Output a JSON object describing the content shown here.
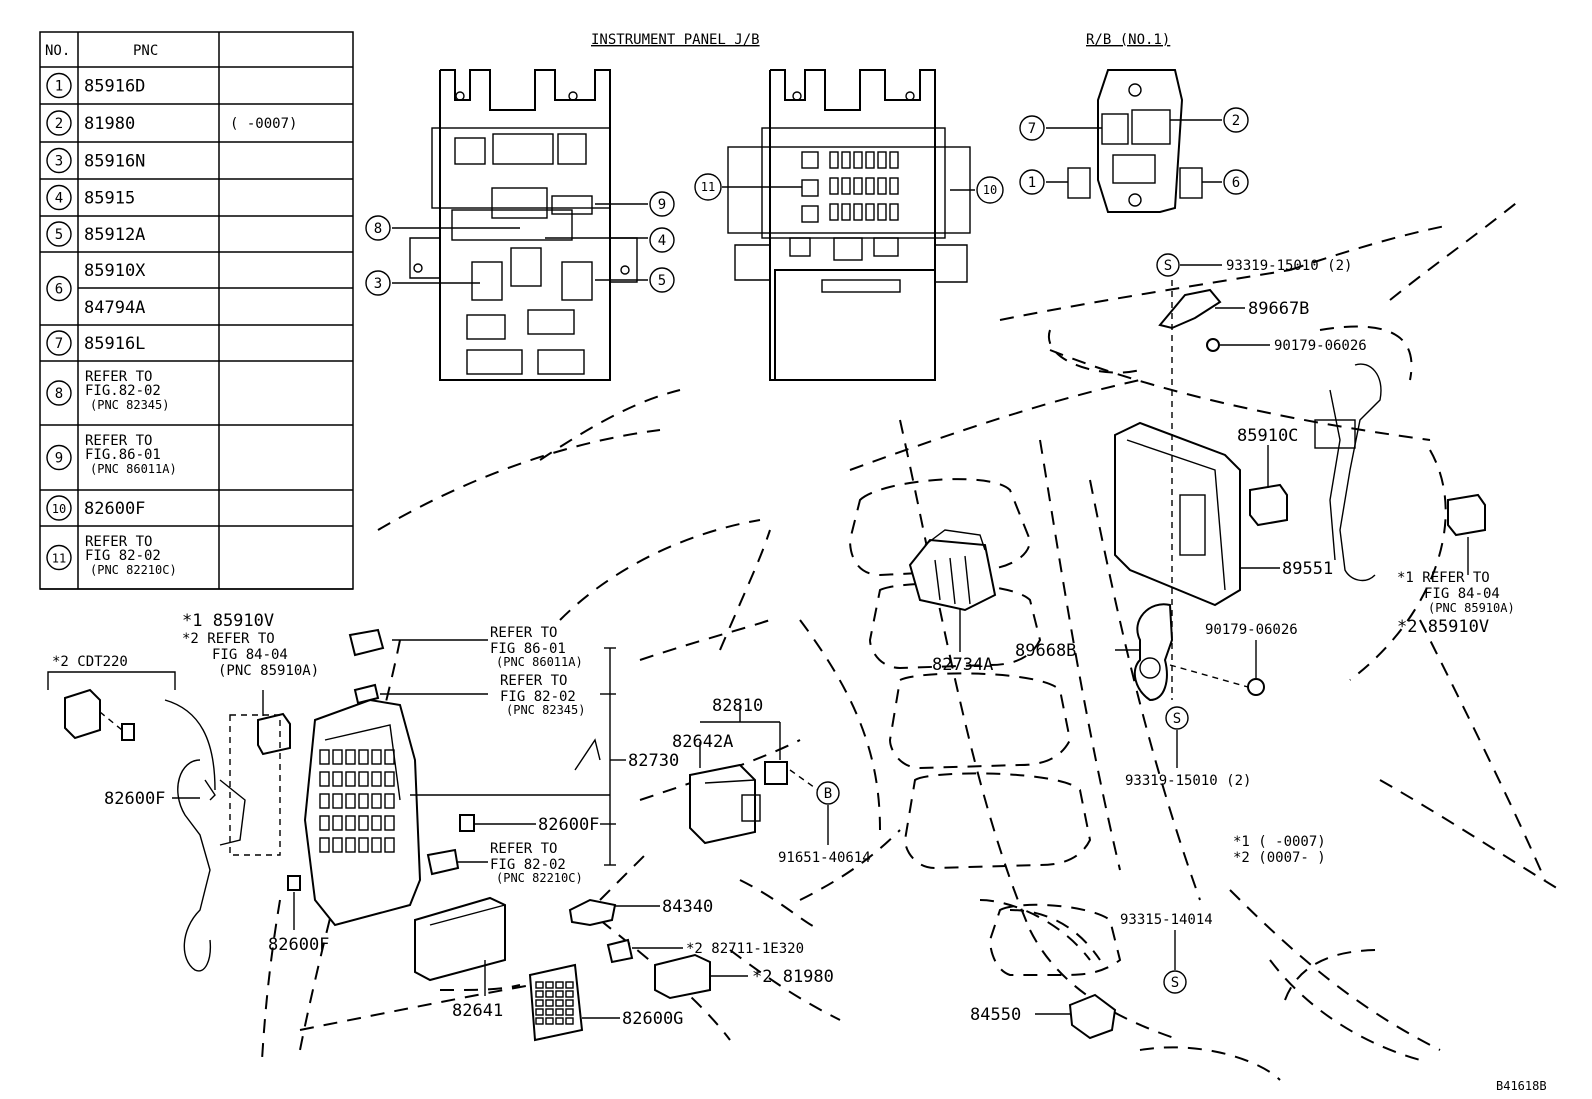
{
  "table": {
    "headers": [
      "NO.",
      "PNC",
      ""
    ],
    "rows": [
      {
        "no": "1",
        "pnc": [
          "85916D"
        ],
        "note": ""
      },
      {
        "no": "2",
        "pnc": [
          "81980"
        ],
        "note": "(     -0007)"
      },
      {
        "no": "3",
        "pnc": [
          "85916N"
        ],
        "note": ""
      },
      {
        "no": "4",
        "pnc": [
          "85915"
        ],
        "note": ""
      },
      {
        "no": "5",
        "pnc": [
          "85912A"
        ],
        "note": ""
      },
      {
        "no": "6",
        "pnc": [
          "85910X",
          "84794A"
        ],
        "note": ""
      },
      {
        "no": "7",
        "pnc": [
          "85916L"
        ],
        "note": ""
      },
      {
        "no": "8",
        "pnc": [
          "REFER TO",
          "FIG.82-02",
          "(PNC 82345)"
        ],
        "note": ""
      },
      {
        "no": "9",
        "pnc": [
          "REFER TO",
          "FIG.86-01",
          "(PNC 86011A)"
        ],
        "note": ""
      },
      {
        "no": "10",
        "pnc": [
          "82600F"
        ],
        "note": ""
      },
      {
        "no": "11",
        "pnc": [
          "REFER TO",
          "FIG 82-02",
          "(PNC 82210C)"
        ],
        "note": ""
      }
    ]
  },
  "headings": {
    "instrument_panel": "INSTRUMENT PANEL J/B",
    "relay_block": "R/B (NO.1)"
  },
  "callouts": {
    "ipjb_left": [
      "9",
      "8",
      "4",
      "3",
      "5"
    ],
    "ipjb_right": [
      "11",
      "10"
    ],
    "rb": [
      "7",
      "2",
      "1",
      "6"
    ]
  },
  "part_labels": {
    "p93319_top": "93319-15010 (2)",
    "p89667B": "89667B",
    "p90179_top": "90179-06026",
    "p85910C": "85910C",
    "p89551": "89551",
    "p89668B": "89668B",
    "p90179_mid": "90179-06026",
    "p93319_bot": "93319-15010 (2)",
    "p82734A": "82734A",
    "p82810": "82810",
    "p82642A": "82642A",
    "p82730": "82730",
    "p82600F_mid": "82600F",
    "p91651": "91651-40614",
    "p84340": "84340",
    "p82711": "*2 82711-1E320",
    "p81980": "*2 81980",
    "p82641": "82641",
    "p82600G": "82600G",
    "p93315": "93315-14014",
    "p84550": "84550",
    "p82600F_left": "82600F",
    "p82600F_low": "82600F",
    "cdt": "*2 CDT220",
    "s_marker": "S",
    "b_marker": "B"
  },
  "refer_blocks": {
    "r86": [
      "REFER TO",
      "FIG 86-01",
      "(PNC 86011A)"
    ],
    "r82345": [
      "REFER TO",
      "FIG 82-02",
      "(PNC 82345)"
    ],
    "r82210": [
      "REFER TO",
      "FIG 82-02",
      "(PNC 82210C)"
    ],
    "left_85910V": [
      "*1  85910V",
      "*2  REFER TO",
      "FIG 84-04",
      "(PNC 85910A)"
    ],
    "right_block": [
      "*1  REFER TO",
      "FIG 84-04",
      "(PNC 85910A)",
      "*2  85910V"
    ]
  },
  "legend": [
    "*1  (     -0007)",
    "*2  (0007-     )"
  ],
  "figure_code": "B41618B"
}
